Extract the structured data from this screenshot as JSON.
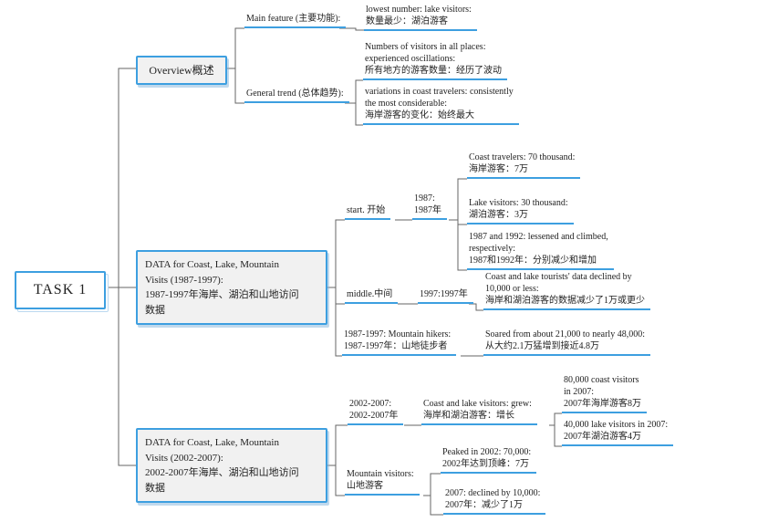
{
  "root": {
    "label": "TASK 1"
  },
  "overview": {
    "node": "Overview概述",
    "main_feature": "Main feature (主要功能):",
    "lowest_number": "lowest number: lake visitors:\n数量最少：湖泊游客",
    "general_trend": "General trend (总体趋势):",
    "oscillations": "Numbers of visitors in all places:\nexperienced oscillations:\n所有地方的游客数量：经历了波动",
    "variations": "variations in coast travelers: consistently\nthe most considerable:\n海岸游客的变化：始终最大"
  },
  "data_1987_1997": {
    "node": "DATA for Coast, Lake, Mountain\nVisits (1987-1997):\n1987-1997年海岸、湖泊和山地访问\n数据",
    "start": "start. 开始",
    "year_1987": "1987:\n1987年",
    "coast_travelers": "Coast travelers: 70 thousand:\n海岸游客：7万",
    "lake_visitors": "Lake visitors: 30 thousand:\n湖泊游客：3万",
    "lessened_climbed": "1987 and 1992: lessened and climbed,\nrespectively:\n1987和1992年：分别减少和增加",
    "middle": "middle.中间",
    "year_1997": "1997:1997年",
    "declined": "Coast and lake tourists' data declined by\n10,000 or less:\n海岸和湖泊游客的数据减少了1万或更少",
    "mountain_hikers": "1987-1997: Mountain hikers:\n1987-1997年：山地徒步者",
    "soared": "Soared from about 21,000 to nearly 48,000:\n从大约2.1万猛增到接近4.8万"
  },
  "data_2002_2007": {
    "node": "DATA for Coast, Lake, Mountain\nVisits (2002-2007):\n2002-2007年海岸、湖泊和山地访问\n数据",
    "period": "2002-2007:\n2002-2007年",
    "grew": "Coast and lake visitors: grew:\n海岸和湖泊游客：增长",
    "coast_2007": "80,000 coast visitors\nin 2007:\n2007年海岸游客8万",
    "lake_2007": "40,000 lake visitors in 2007:\n2007年湖泊游客4万",
    "mountain_visitors": "Mountain visitors:\n山地游客",
    "peaked": "Peaked in 2002: 70,000:\n2002年达到顶峰：7万",
    "declined_2007": "2007: declined by 10,000:\n2007年：减少了1万"
  },
  "colors": {
    "accent": "#3d9fe0",
    "connector": "#666666",
    "box_fill": "#f1f1f1"
  }
}
